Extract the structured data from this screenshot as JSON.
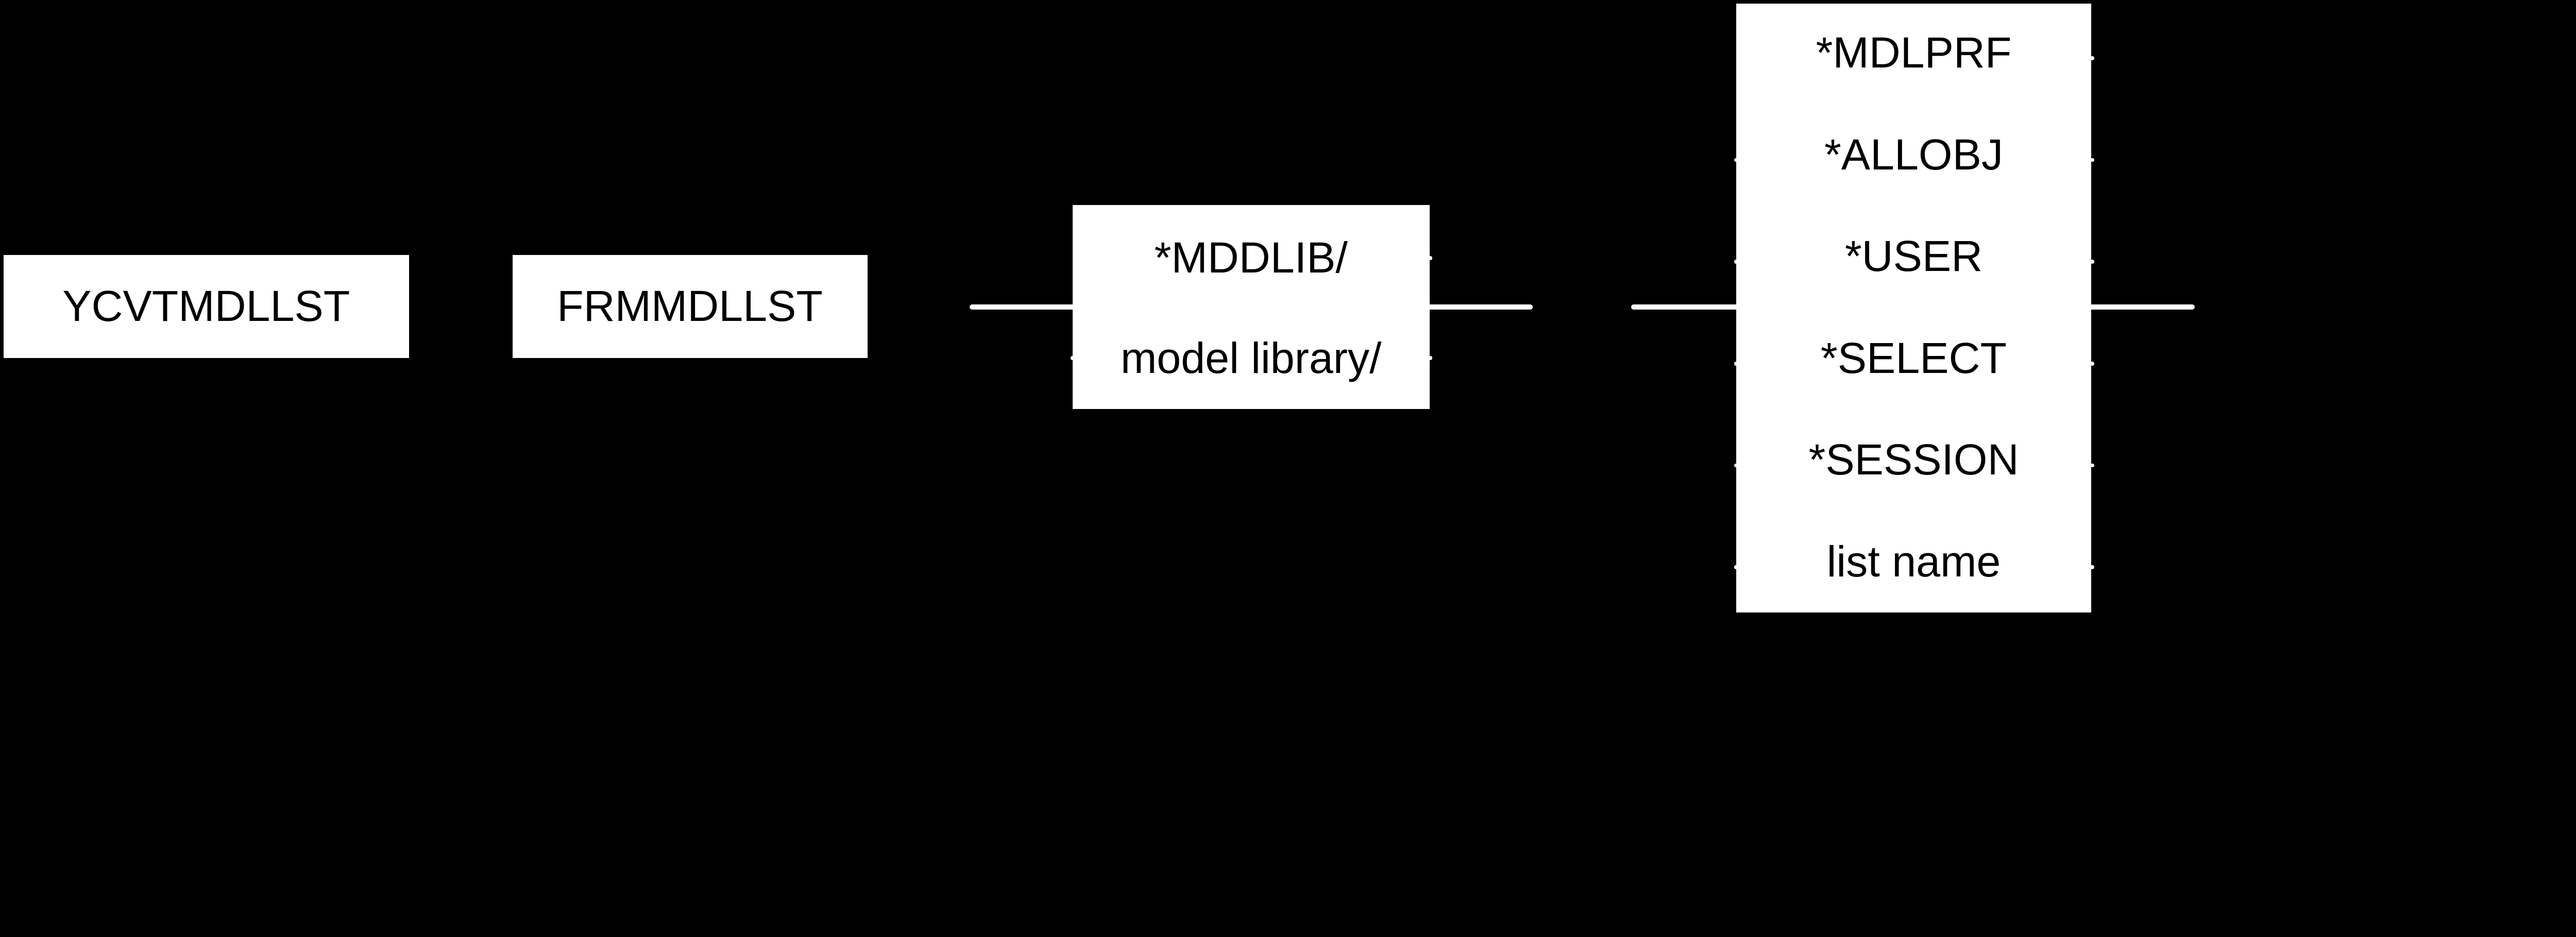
{
  "diagram": {
    "command": "YCVTMDLLST",
    "keyword": "FRMMDLLST",
    "library_options": [
      "*MDDLIB/",
      "model library/"
    ],
    "list_options": [
      "*MDLPRF",
      "*ALLOBJ",
      "*USER",
      "*SELECT",
      "*SESSION",
      "list name"
    ],
    "colors": {
      "background": "#000000",
      "box": "#ffffff",
      "text": "#000000",
      "line": "#ffffff"
    }
  }
}
